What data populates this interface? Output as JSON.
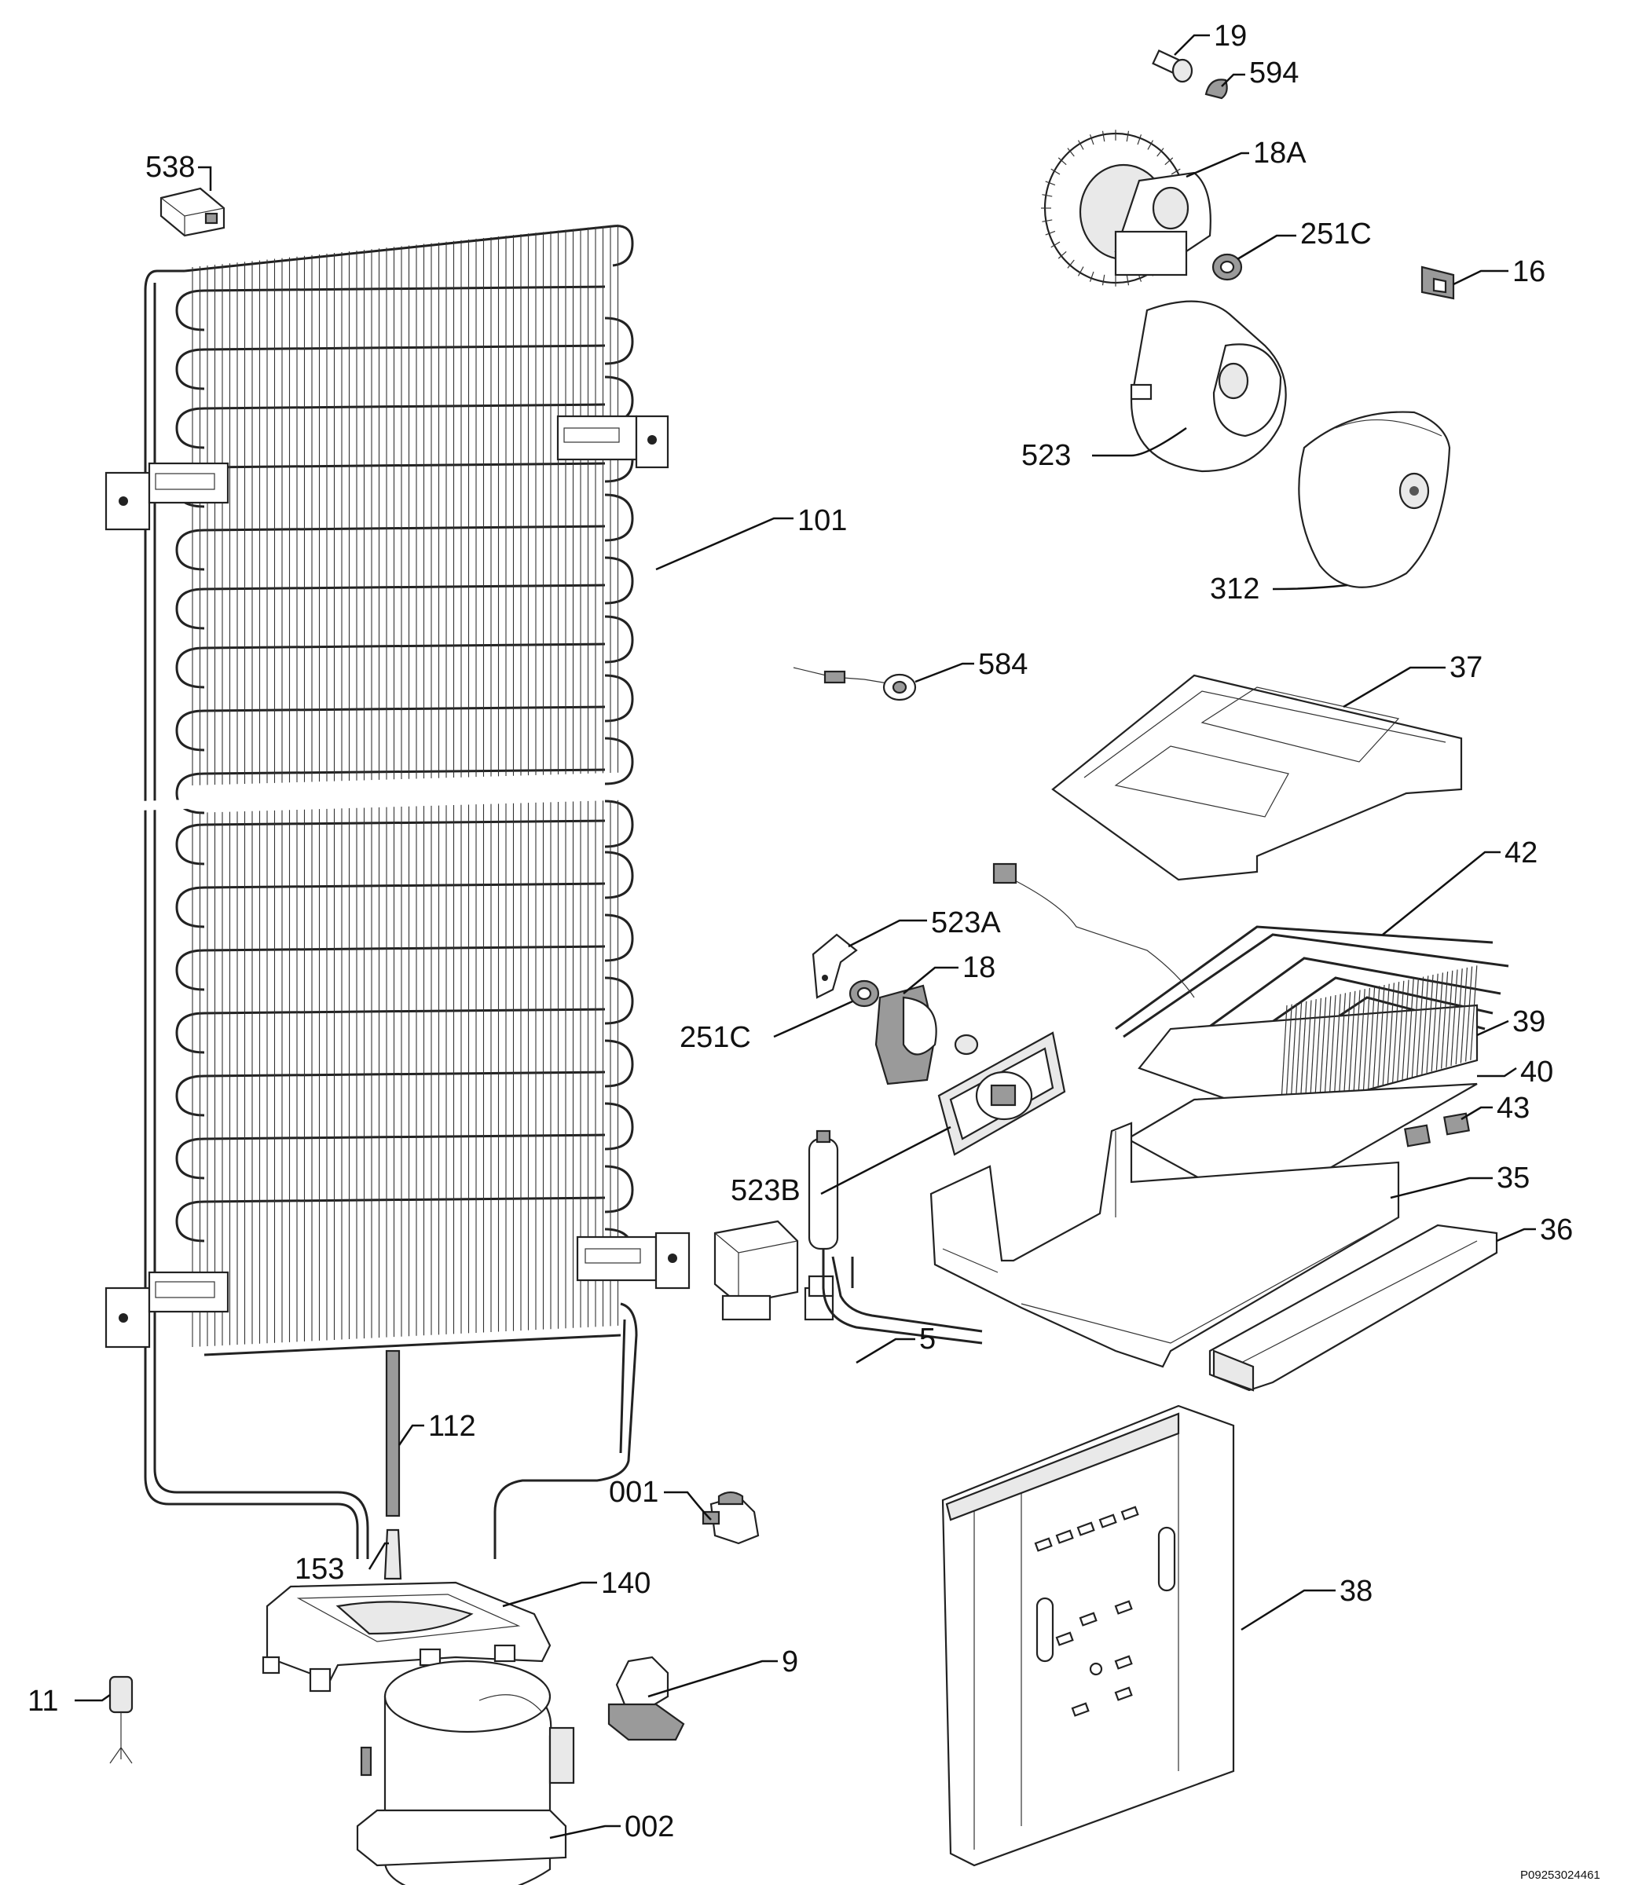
{
  "labels": {
    "l_19": "19",
    "l_594": "594",
    "l_18a": "18A",
    "l_251c_top": "251C",
    "l_16": "16",
    "l_523": "523",
    "l_312": "312",
    "l_538": "538",
    "l_101": "101",
    "l_584": "584",
    "l_37": "37",
    "l_42": "42",
    "l_523a": "523A",
    "l_18": "18",
    "l_251c_mid": "251C",
    "l_39": "39",
    "l_40": "40",
    "l_43": "43",
    "l_523b": "523B",
    "l_35": "35",
    "l_36": "36",
    "l_5": "5",
    "l_112": "112",
    "l_001": "001",
    "l_153": "153",
    "l_140": "140",
    "l_38": "38",
    "l_9": "9",
    "l_11": "11",
    "l_002": "002"
  },
  "footer": {
    "diagram_code": "P09253024461"
  }
}
